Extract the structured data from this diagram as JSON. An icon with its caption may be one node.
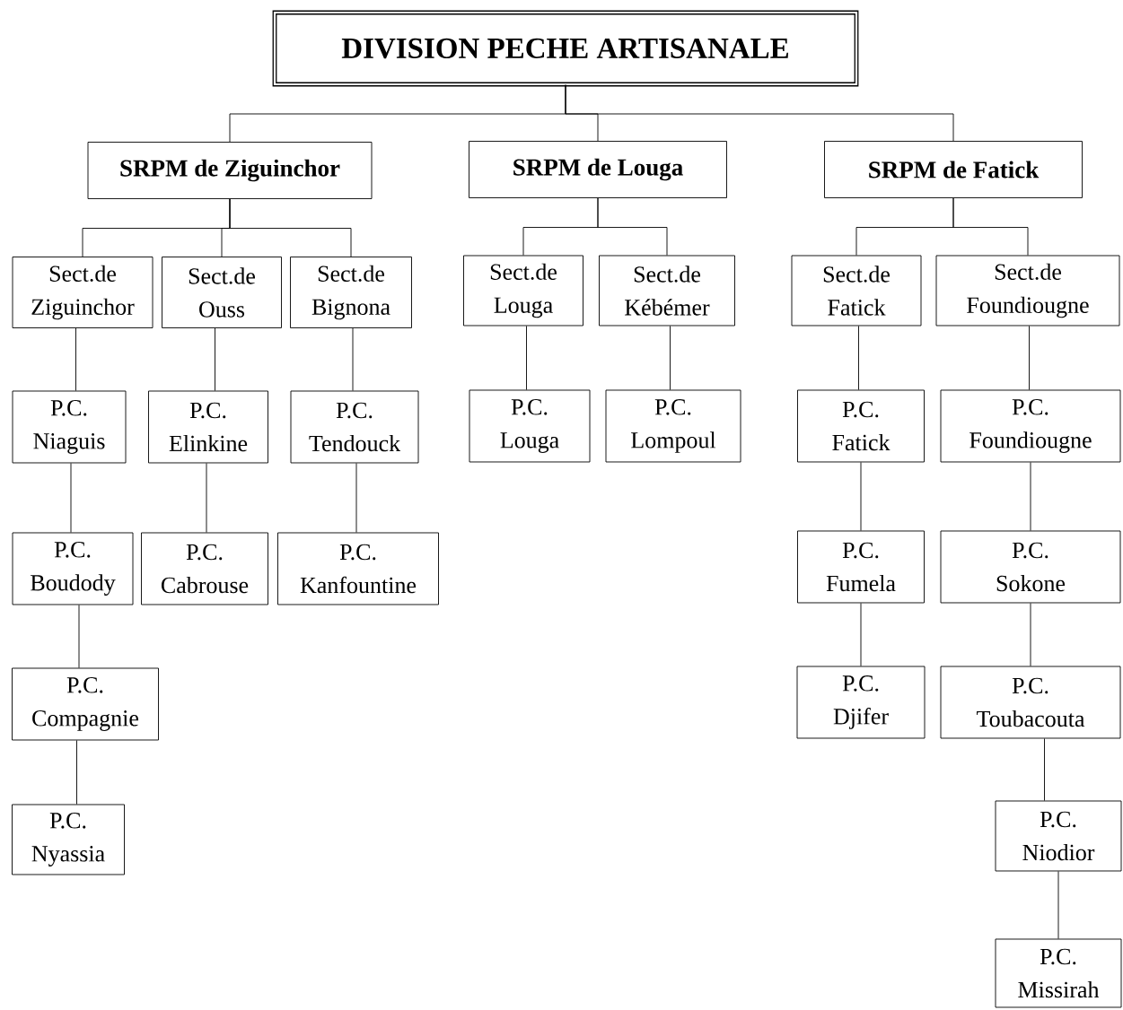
{
  "diagram": {
    "nodes": [
      {
        "text": [
          "DIVISION PECHE ARTISANALE"
        ]
      },
      {
        "text": [
          "SRPM de Ziguinchor"
        ]
      },
      {
        "text": [
          "SRPM de Louga"
        ]
      },
      {
        "text": [
          "SRPM de Fatick"
        ]
      },
      {
        "text": [
          "Sect.de Ziguinchor"
        ]
      },
      {
        "text": [
          "Sect.de Ouss"
        ]
      },
      {
        "text": [
          "Sect.de Bignona"
        ]
      },
      {
        "text": [
          "Sect.de Louga"
        ]
      },
      {
        "text": [
          "Sect.de Kébémer"
        ]
      },
      {
        "text": [
          "Sect.de Fatick"
        ]
      },
      {
        "text": [
          "Sect.de Foundiougne"
        ]
      },
      {
        "text": [
          "P.C. Niaguis"
        ]
      },
      {
        "text": [
          "P.C. Elinkine"
        ]
      },
      {
        "text": [
          "P.C. Tendouck"
        ]
      },
      {
        "text": [
          "P.C. Louga"
        ]
      },
      {
        "text": [
          "P.C. Lompoul"
        ]
      },
      {
        "text": [
          "P.C. Fatick"
        ]
      },
      {
        "text": [
          "P.C. Foundiougne"
        ]
      },
      {
        "text": [
          "P.C. Boudody"
        ]
      },
      {
        "text": [
          "P.C. Cabrouse"
        ]
      },
      {
        "text": [
          "P.C. Kanfountine"
        ]
      },
      {
        "text": [
          "P.C. Fumela"
        ]
      },
      {
        "text": [
          "P.C. Sokone"
        ]
      },
      {
        "text": [
          "P.C. Compagnie"
        ]
      },
      {
        "text": [
          "P.C. Djifer"
        ]
      },
      {
        "text": [
          "P.C. Toubacouta"
        ]
      },
      {
        "text": [
          "P.C. Nyassia"
        ]
      },
      {
        "text": [
          "P.C. Niodior"
        ]
      },
      {
        "text": [
          "P.C. Missirah"
        ]
      }
    ],
    "edges": [
      {
        "from": 0,
        "to": 1,
        "arrow": "none"
      },
      {
        "from": 0,
        "to": 2,
        "arrow": "none"
      },
      {
        "from": 0,
        "to": 3,
        "arrow": "none"
      },
      {
        "from": 1,
        "to": 4,
        "arrow": "none"
      },
      {
        "from": 1,
        "to": 5,
        "arrow": "none"
      },
      {
        "from": 1,
        "to": 6,
        "arrow": "none"
      },
      {
        "from": 2,
        "to": 7,
        "arrow": "none"
      },
      {
        "from": 2,
        "to": 8,
        "arrow": "none"
      },
      {
        "from": 3,
        "to": 9,
        "arrow": "none"
      },
      {
        "from": 3,
        "to": 10,
        "arrow": "none"
      },
      {
        "from": 4,
        "to": 11,
        "arrow": "none"
      },
      {
        "from": 11,
        "to": 18,
        "arrow": "none"
      },
      {
        "from": 18,
        "to": 23,
        "arrow": "none"
      },
      {
        "from": 23,
        "to": 26,
        "arrow": "none"
      },
      {
        "from": 5,
        "to": 12,
        "arrow": "none"
      },
      {
        "from": 12,
        "to": 19,
        "arrow": "none"
      },
      {
        "from": 6,
        "to": 13,
        "arrow": "none"
      },
      {
        "from": 13,
        "to": 20,
        "arrow": "none"
      },
      {
        "from": 7,
        "to": 14,
        "arrow": "none"
      },
      {
        "from": 8,
        "to": 15,
        "arrow": "none"
      },
      {
        "from": 9,
        "to": 16,
        "arrow": "none"
      },
      {
        "from": 16,
        "to": 21,
        "arrow": "none"
      },
      {
        "from": 21,
        "to": 24,
        "arrow": "none"
      },
      {
        "from": 10,
        "to": 17,
        "arrow": "none"
      },
      {
        "from": 17,
        "to": 22,
        "arrow": "none"
      },
      {
        "from": 22,
        "to": 25,
        "arrow": "none"
      },
      {
        "from": 25,
        "to": 27,
        "arrow": "none"
      },
      {
        "from": 27,
        "to": 28,
        "arrow": "none"
      }
    ]
  }
}
